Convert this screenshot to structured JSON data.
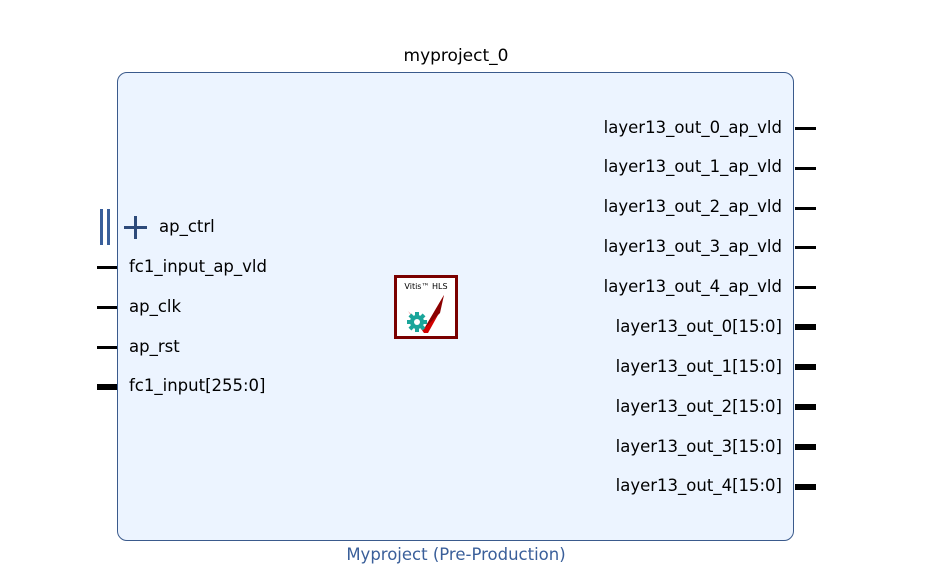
{
  "block": {
    "instance_name": "myproject_0",
    "ip_name": "Myproject (Pre-Production)"
  },
  "logo": {
    "text": "Vitis™ HLS"
  },
  "ports": {
    "left": [
      {
        "label": "ap_ctrl",
        "kind": "interface"
      },
      {
        "label": "fc1_input_ap_vld",
        "kind": "thin"
      },
      {
        "label": "ap_clk",
        "kind": "thin"
      },
      {
        "label": "ap_rst",
        "kind": "thin"
      },
      {
        "label": "fc1_input[255:0]",
        "kind": "bus"
      }
    ],
    "right": [
      {
        "label": "layer13_out_0_ap_vld",
        "kind": "thin"
      },
      {
        "label": "layer13_out_1_ap_vld",
        "kind": "thin"
      },
      {
        "label": "layer13_out_2_ap_vld",
        "kind": "thin"
      },
      {
        "label": "layer13_out_3_ap_vld",
        "kind": "thin"
      },
      {
        "label": "layer13_out_4_ap_vld",
        "kind": "thin"
      },
      {
        "label": "layer13_out_0[15:0]",
        "kind": "bus"
      },
      {
        "label": "layer13_out_1[15:0]",
        "kind": "bus"
      },
      {
        "label": "layer13_out_2[15:0]",
        "kind": "bus"
      },
      {
        "label": "layer13_out_3[15:0]",
        "kind": "bus"
      },
      {
        "label": "layer13_out_4[15:0]",
        "kind": "bus"
      }
    ]
  },
  "colors": {
    "block_fill": "#ecf4ff",
    "block_border": "#3a5a8c",
    "ip_name_text": "#3a5f9a",
    "logo_border": "#7a0000",
    "logo_check": "#d10000",
    "logo_gear": "#1aa59a"
  }
}
